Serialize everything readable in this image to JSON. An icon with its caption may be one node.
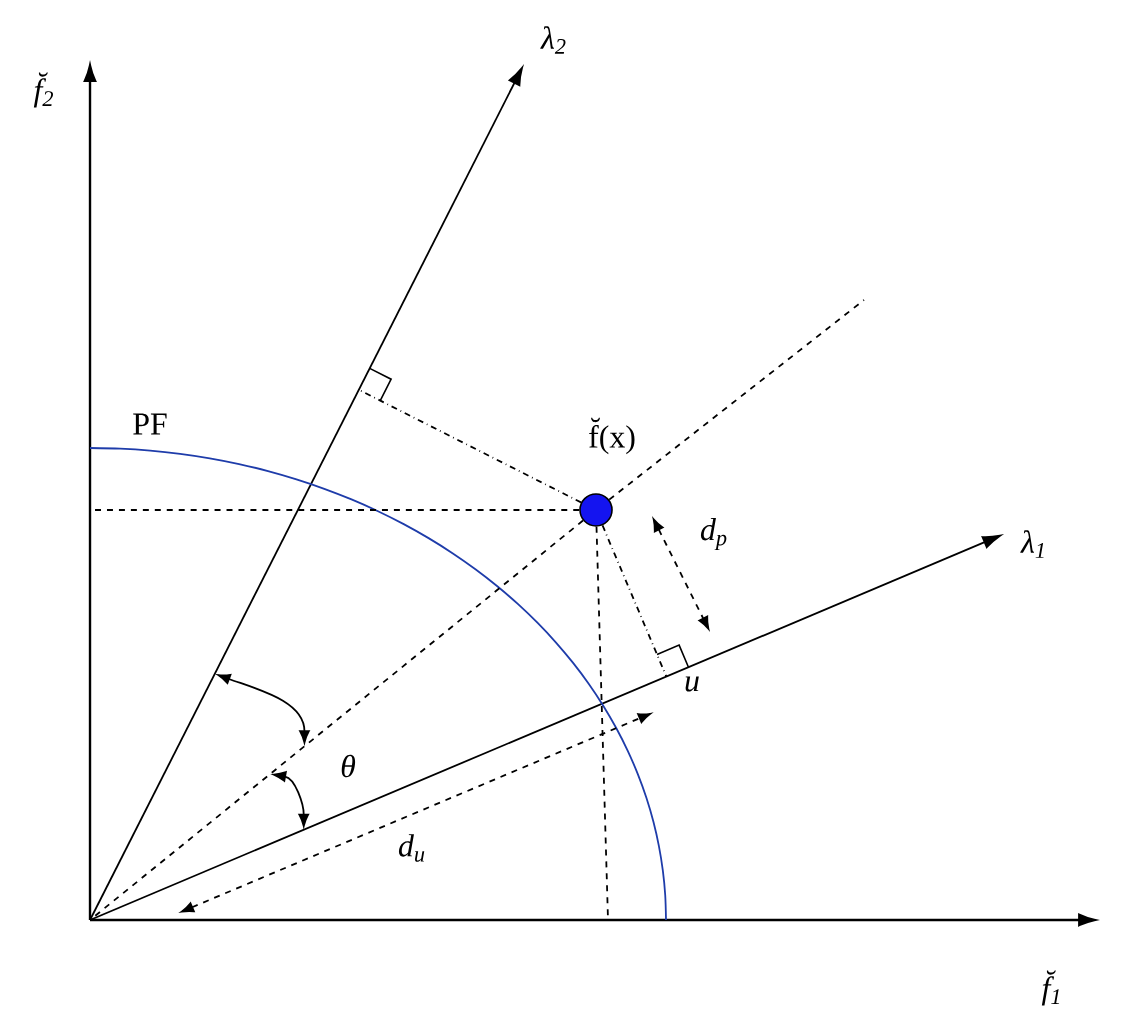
{
  "diagram": {
    "nodes": [
      {
        "text": [],
        "shape": "circle",
        "beside": [
          "f̆(x)"
        ]
      }
    ],
    "labels": [
      "PF",
      "λ$_{2}$",
      "λ$_{1}$",
      "f̆$_{2}$",
      "f̆$_{1}$",
      "θ",
      "d$_{u}$",
      "d$_{p}$",
      "u"
    ]
  }
}
